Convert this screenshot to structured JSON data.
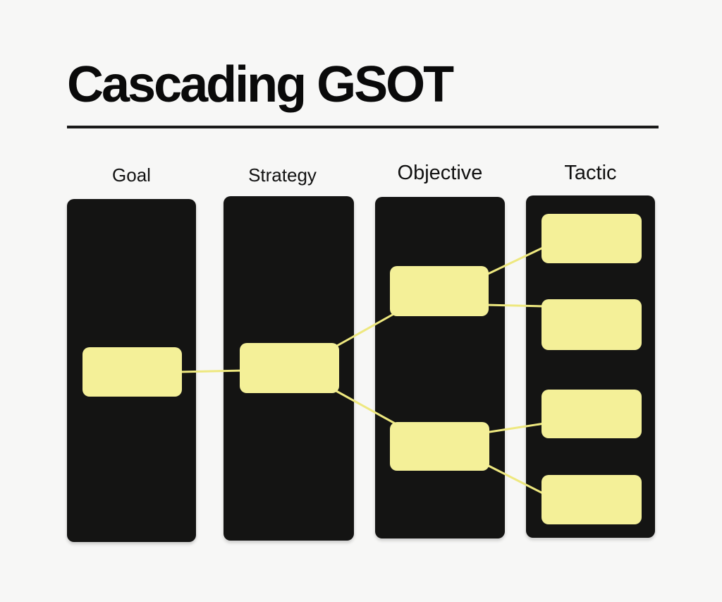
{
  "page": {
    "title": "Cascading GSOT"
  },
  "diagram": {
    "columns": [
      {
        "id": "goal",
        "label": "Goal",
        "node_count": 1
      },
      {
        "id": "strategy",
        "label": "Strategy",
        "node_count": 1
      },
      {
        "id": "objective",
        "label": "Objective",
        "node_count": 2
      },
      {
        "id": "tactic",
        "label": "Tactic",
        "node_count": 4
      }
    ],
    "edges": [
      {
        "from": "goal-1",
        "to": "strategy-1"
      },
      {
        "from": "strategy-1",
        "to": "objective-1"
      },
      {
        "from": "strategy-1",
        "to": "objective-2"
      },
      {
        "from": "objective-1",
        "to": "tactic-1"
      },
      {
        "from": "objective-1",
        "to": "tactic-2"
      },
      {
        "from": "objective-2",
        "to": "tactic-3"
      },
      {
        "from": "objective-2",
        "to": "tactic-4"
      }
    ],
    "colors": {
      "background": "#f7f7f6",
      "column_fill": "#141413",
      "node_fill": "#f4f098",
      "connector": "#eee87f",
      "text": "#0d0d0d",
      "rule": "#1a1a1a"
    }
  }
}
